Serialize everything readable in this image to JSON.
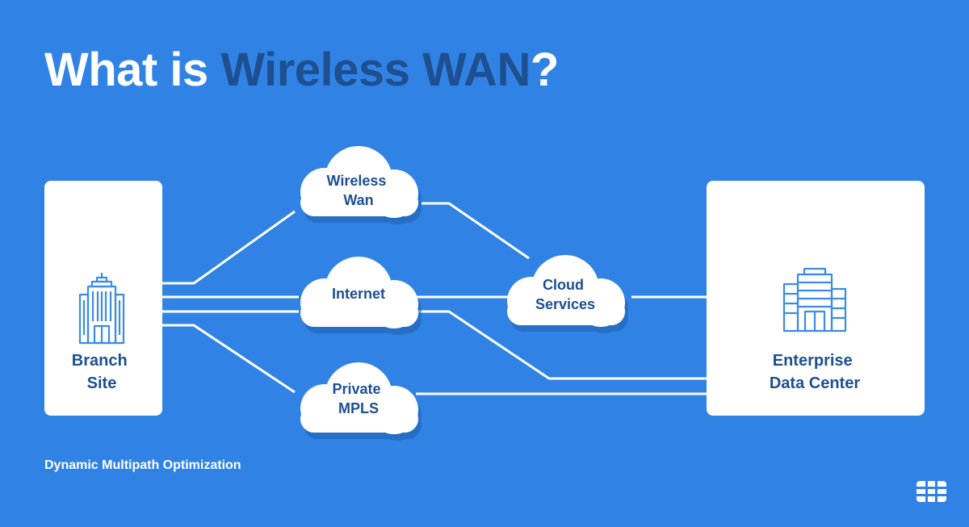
{
  "title": {
    "prefix": "What is ",
    "highlight": "Wireless WAN",
    "suffix": "?"
  },
  "nodes": {
    "branch": [
      "Branch",
      "Site"
    ],
    "datacenter": [
      "Enterprise",
      "Data Center"
    ],
    "wireless_wan": [
      "Wireless",
      "Wan"
    ],
    "internet": [
      "Internet"
    ],
    "private_mpls": [
      "Private",
      "MPLS"
    ],
    "cloud_services": [
      "Cloud",
      "Services"
    ]
  },
  "footer": {
    "caption": "Dynamic Multipath Optimization"
  },
  "colors": {
    "background": "#3083e5",
    "accent": "#1d4f91",
    "card": "#ffffff",
    "icon_stroke": "#3c8be5",
    "line": "#ffffff"
  },
  "icons": {
    "branch": "office-building-icon",
    "datacenter": "data-center-building-icon",
    "brand": "grid-logo-icon"
  }
}
